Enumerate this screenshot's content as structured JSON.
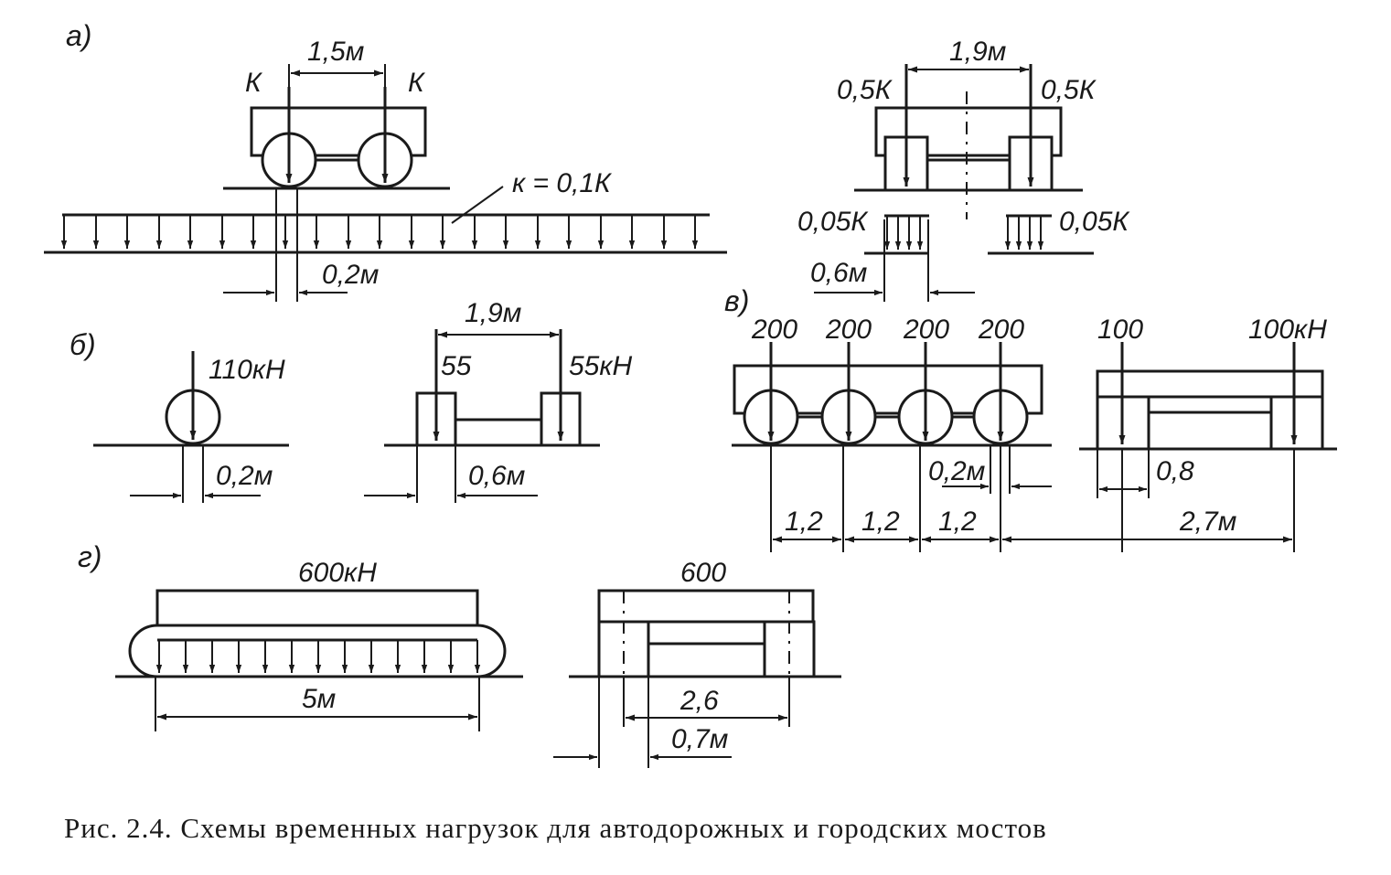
{
  "caption": "Рис. 2.4. Схемы временных нагрузок для автодорожных и городских мостов",
  "sections": {
    "a": "а)",
    "b": "б)",
    "v": "в)",
    "g": "г)"
  },
  "scheme_a": {
    "axle_load_left": "К",
    "axle_load_right": "К",
    "axle_spacing": "1,5м",
    "distributed_load": "к = 0,1К",
    "contact_length": "0,2м",
    "side_spacing": "1,9м",
    "side_load_left": "0,5К",
    "side_load_right": "0,5К",
    "strip_load_left": "0,05К",
    "strip_load_right": "0,05К",
    "strip_width": "0,6м"
  },
  "scheme_b": {
    "wheel_load": "110кН",
    "contact_length": "0,2м",
    "side_spacing": "1,9м",
    "side_load_left": "55",
    "side_load_right": "55кН",
    "contact_width": "0,6м"
  },
  "scheme_v": {
    "axle_loads": [
      "200",
      "200",
      "200",
      "200"
    ],
    "side_load_left": "100",
    "side_load_right": "100кН",
    "contact_length": "0,2м",
    "wheel_width": "0,8",
    "axle_spacings": [
      "1,2",
      "1,2",
      "1,2"
    ],
    "side_spacing": "2,7м"
  },
  "scheme_g": {
    "total_load": "600кН",
    "track_length": "5м",
    "side_load": "600",
    "track_spacing": "2,6",
    "track_width": "0,7м"
  }
}
